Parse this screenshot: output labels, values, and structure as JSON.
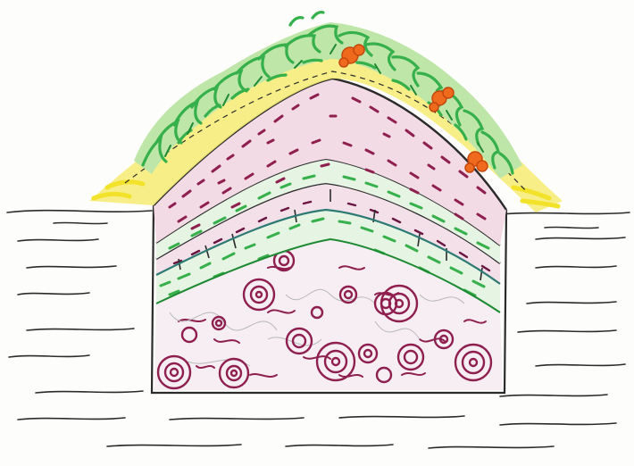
{
  "drawing": {
    "colors": {
      "paper": "#fdfdfb",
      "ink": "#2b2b2b",
      "wine": "#8e1f4f",
      "wine_dark": "#6a1440",
      "green": "#36b04a",
      "green_dark": "#1f8a34",
      "yellow": "#f2e22a",
      "orange": "#f06a1e",
      "teal": "#2c7a73",
      "scribble": "#b8b8b8"
    },
    "layers": [
      "vegetation",
      "straw",
      "outer-wine-soil",
      "green-band-upper",
      "dark-arch-band",
      "green-band-lower",
      "rubble-core"
    ],
    "icons": [
      "hugelkultur-mound-sketch"
    ]
  }
}
